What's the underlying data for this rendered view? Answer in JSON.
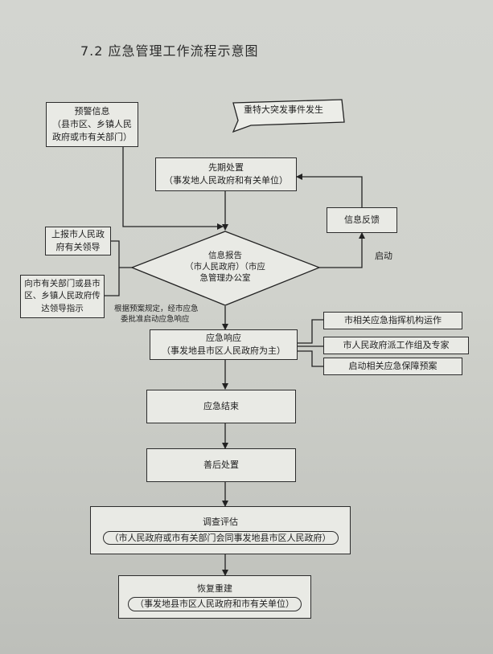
{
  "title": "7.2 应急管理工作流程示意图",
  "nodes": {
    "warning": {
      "line1": "预警信息",
      "line2": "（县市区、乡镇人民",
      "line3": "政府或市有关部门）"
    },
    "event": {
      "text": "重特大突发事件发生"
    },
    "initial": {
      "line1": "先期处置",
      "line2": "（事发地人民政府和有关单位）"
    },
    "feedback": {
      "text": "信息反馈"
    },
    "report_up": {
      "line1": "上报市人民政",
      "line2": "府有关领导"
    },
    "notify": {
      "line1": "向市有关部门或县市",
      "line2": "区、乡镇人民政府传",
      "line3": "达领导指示"
    },
    "info_report": {
      "line1": "信息报告",
      "line2": "（市人民政府）（市应",
      "line3": "急管理办公室"
    },
    "start_label": {
      "text": "启动"
    },
    "decision_note": {
      "line1": "根据预案规定，经市应急",
      "line2": "委批准启动应急响应"
    },
    "response": {
      "line1": "应急响应",
      "line2": "（事发地县市区人民政府为主）"
    },
    "cmd": {
      "text": "市相关应急指挥机构运作"
    },
    "team": {
      "text": "市人民政府派工作组及专家"
    },
    "guarantee": {
      "text": "启动相关应急保障预案"
    },
    "end": {
      "text": "应急结束"
    },
    "aftermath": {
      "text": "善后处置"
    },
    "investigate": {
      "line1": "调查评估",
      "line2": "（市人民政府或市有关部门会同事发地县市区人民政府）"
    },
    "rebuild": {
      "line1": "恢复重建",
      "line2": "（事发地县市区人民政府和市有关单位）"
    }
  }
}
